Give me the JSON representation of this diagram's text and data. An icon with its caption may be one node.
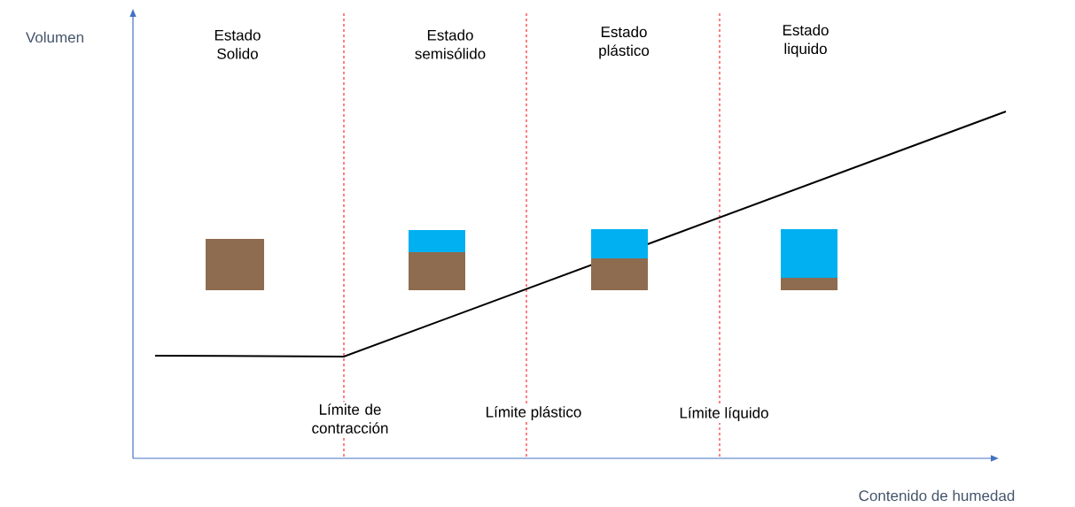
{
  "diagram": {
    "labels": [
      "Volumen",
      "Estado Solido",
      "Estado semisólido",
      "Estado plástico",
      "Estado liquido",
      "Límite de contracción",
      "Límite plástico",
      "Límite líquido",
      "Contenido de humedad"
    ]
  }
}
